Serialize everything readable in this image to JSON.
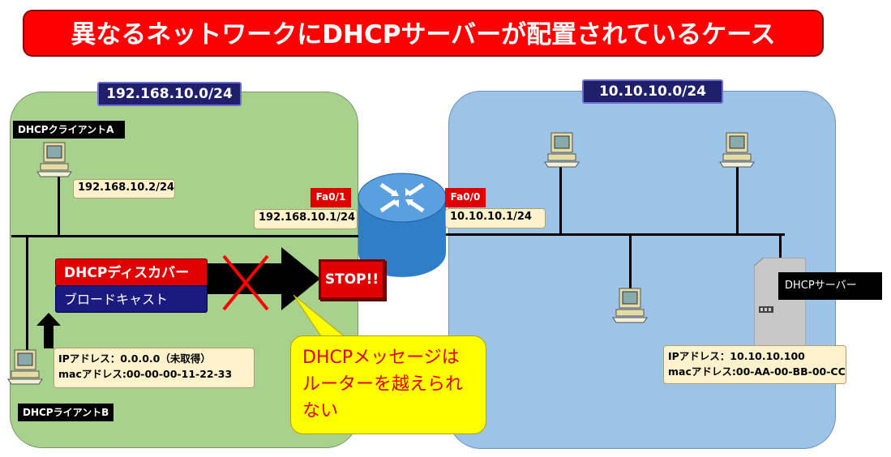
{
  "title": "異なるネットワークにDHCPサーバーが配置されているケース",
  "networks": {
    "left": "192.168.10.0/24",
    "right": "10.10.10.0/24"
  },
  "router": {
    "port_left": "Fa0/1",
    "port_right": "Fa0/0",
    "ip_left": "192.168.10.1/24",
    "ip_right": "10.10.10.1/24"
  },
  "client_a": {
    "label": "DHCPクライアントA",
    "ip": "192.168.10.2/24"
  },
  "client_b": {
    "label": "DHCPライアントB",
    "ip_line": "IPアドレス：0.0.0.0（未取得）",
    "mac_line": "macアドレス:00-00-00-11-22-33"
  },
  "message": {
    "name": "DHCPディスカバー",
    "type": "ブロードキャスト",
    "stop": "STOP!!"
  },
  "callout": "DHCPメッセージはルーターを越えられない",
  "server": {
    "label": "DHCPサーバー",
    "ip_line": "IPアドレス：10.10.10.100",
    "mac_line": "macアドレス:00-AA-00-BB-00-CC"
  },
  "colors": {
    "title_bg": "#ff0000",
    "left_zone": "#a9d18e",
    "right_zone": "#9dc3e6",
    "label_bg": "#1f1f6b",
    "callout_bg": "#ffff00",
    "stop_bg": "#e00000"
  }
}
